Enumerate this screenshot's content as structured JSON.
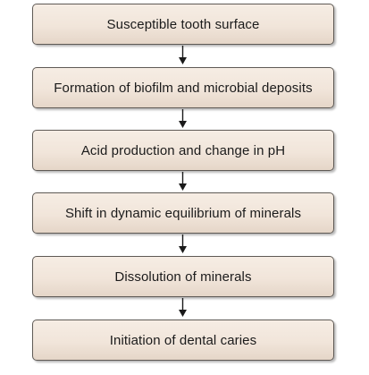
{
  "flowchart": {
    "steps": [
      {
        "label": "Susceptible tooth surface"
      },
      {
        "label": "Formation of biofilm and microbial deposits"
      },
      {
        "label": "Acid production and change in pH"
      },
      {
        "label": "Shift in dynamic equilibrium of minerals"
      },
      {
        "label": "Dissolution of minerals"
      },
      {
        "label": "Initiation of dental caries"
      }
    ],
    "colors": {
      "box_fill": "#f1e5da",
      "box_border": "#5f5a55",
      "arrow": "#1a1a1a"
    }
  }
}
